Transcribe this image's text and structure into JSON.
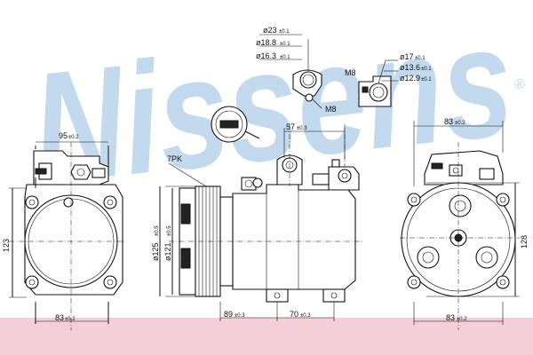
{
  "brand": {
    "watermark": "Nissens",
    "registered_mark": "®"
  },
  "colors": {
    "watermark": "#b9d3ea",
    "lines": "#111111",
    "background": "#ffffff",
    "bottom_band": "#f3cfd8"
  },
  "labels": {
    "left_width_top": "95",
    "left_width_top_tol": "±0.2",
    "left_height": "123",
    "left_width_bottom": "83",
    "left_width_bottom_tol": "±0.2",
    "belt": "7PK",
    "pulley_d1": "ø125",
    "pulley_d1_tol": "±0.5",
    "pulley_d2": "ø121",
    "pulley_d2_tol": "±0.5",
    "port_spacing": "57",
    "port_spacing_tol": "±0.3",
    "body_length": "89",
    "body_length_tol": "±0.3",
    "mount_spacing": "70",
    "mount_spacing_tol": "±0.3",
    "right_width_top": "83",
    "right_width_top_tol": "±0.2",
    "right_height": "128",
    "right_width_bottom": "83",
    "right_width_bottom_tol": "±0.2",
    "fitting1_d1": "ø23",
    "fitting1_d1_tol": "±0.1",
    "fitting1_d2": "ø18.8",
    "fitting1_d2_tol": "±0.1",
    "fitting1_d3": "ø16.3",
    "fitting1_d3_tol": "±0.1",
    "fitting1_thread": "M8",
    "fitting2_thread": "M8",
    "fitting2_d1": "ø17",
    "fitting2_d1_tol": "±0.1",
    "fitting2_d2": "ø13.6",
    "fitting2_d2_tol": "±0.1",
    "fitting2_d3": "ø12.9",
    "fitting2_d3_tol": "±0.1"
  }
}
